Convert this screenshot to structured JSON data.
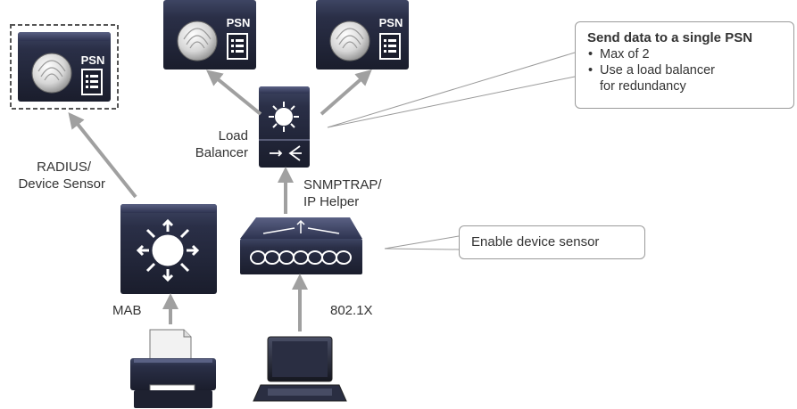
{
  "nodes": {
    "psn_left": {
      "label": "PSN"
    },
    "psn_center": {
      "label": "PSN"
    },
    "psn_right": {
      "label": "PSN"
    }
  },
  "labels": {
    "load_balancer": [
      "Load",
      "Balancer"
    ],
    "radius": [
      "RADIUS/",
      "Device Sensor"
    ],
    "snmptrap": [
      "SNMPTRAP/",
      "IP Helper"
    ],
    "mab": "MAB",
    "dot1x": "802.1X"
  },
  "callouts": {
    "psn": {
      "title": "Send data to a single PSN",
      "items": [
        "Max of 2",
        "Use a load balancer",
        "for redundancy"
      ]
    },
    "sensor": {
      "text": "Enable device sensor"
    }
  },
  "colors": {
    "device_dark": "#1f2233",
    "device_mid": "#343a55",
    "arrow": "#a0a0a0",
    "text": "#333333"
  }
}
